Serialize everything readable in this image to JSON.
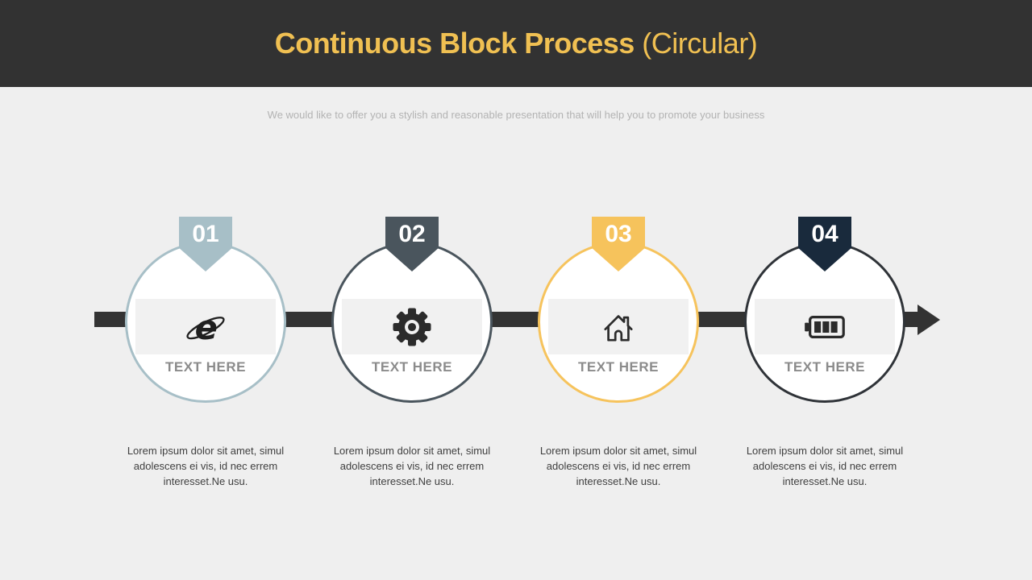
{
  "slide": {
    "title_main": "Continuous Block Process",
    "title_suffix": " (Circular)",
    "subtitle": "We would like to offer you a stylish and reasonable presentation that will help you to promote your business"
  },
  "colors": {
    "header_bg": "#323232",
    "title": "#f0c052",
    "background": "#efefef",
    "line": "#333333",
    "band": "#f1f1f1",
    "icon": "#2b2b2b",
    "label": "#8b8b8b",
    "description": "#3f3f3f"
  },
  "steps": [
    {
      "number": "01",
      "accent": "#a7bfc7",
      "border": "#a7bfc7",
      "icon": "internet-explorer-icon",
      "label": "TEXT HERE",
      "description": "Lorem ipsum dolor sit amet, simul adolescens ei vis, id nec errem interesset.Ne usu."
    },
    {
      "number": "02",
      "accent": "#4a555d",
      "border": "#4a555d",
      "icon": "gear-icon",
      "label": "TEXT HERE",
      "description": "Lorem ipsum dolor sit amet, simul adolescens ei vis, id nec errem interesset.Ne usu."
    },
    {
      "number": "03",
      "accent": "#f6c35c",
      "border": "#f6c35c",
      "icon": "home-icon",
      "label": "TEXT HERE",
      "description": "Lorem ipsum dolor sit amet, simul adolescens ei vis, id nec errem interesset.Ne usu."
    },
    {
      "number": "04",
      "accent": "#192a3c",
      "border": "#2f3338",
      "icon": "battery-icon",
      "label": "TEXT HERE",
      "description": "Lorem ipsum dolor sit amet, simul adolescens ei vis, id nec errem interesset.Ne usu."
    }
  ]
}
